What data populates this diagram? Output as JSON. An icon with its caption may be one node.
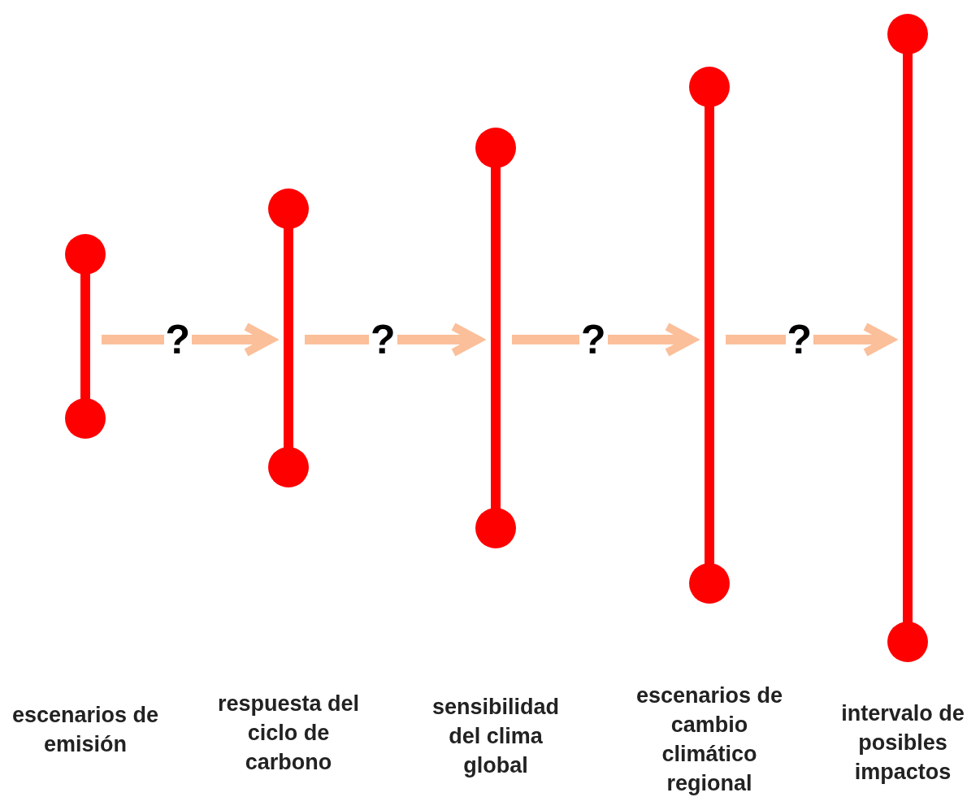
{
  "diagram": {
    "nodes": [
      {
        "text": [],
        "shape": "bar"
      },
      {
        "text": [],
        "shape": "bar"
      },
      {
        "text": [],
        "shape": "bar"
      },
      {
        "text": [],
        "shape": "bar"
      },
      {
        "text": [],
        "shape": "bar"
      }
    ],
    "edges": [
      {
        "from": 0,
        "to": 1,
        "arrow": "to",
        "label": "?"
      },
      {
        "from": 1,
        "to": 2,
        "arrow": "to",
        "label": "?"
      },
      {
        "from": 2,
        "to": 3,
        "arrow": "to",
        "label": "?"
      },
      {
        "from": 3,
        "to": 4,
        "arrow": "to",
        "label": "?"
      }
    ],
    "labels": [
      "escenarios de emisión",
      "respuesta del ciclo de carbono",
      "sensibilidad del clima global",
      "escenarios de cambio climático regional",
      "intervalo de posibles impactos"
    ]
  }
}
